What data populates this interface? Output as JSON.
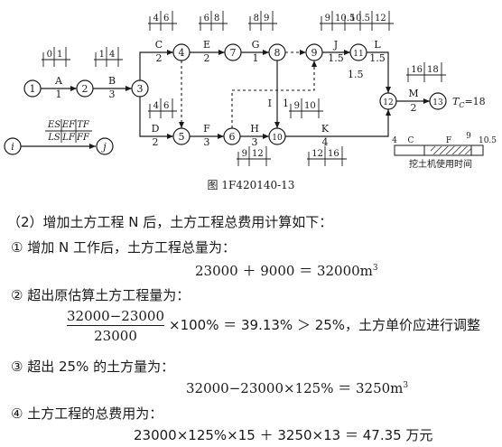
{
  "diagram": {
    "nodes": [
      {
        "id": "1"
      },
      {
        "id": "2"
      },
      {
        "id": "3"
      },
      {
        "id": "4"
      },
      {
        "id": "5"
      },
      {
        "id": "6"
      },
      {
        "id": "7"
      },
      {
        "id": "8"
      },
      {
        "id": "9"
      },
      {
        "id": "10"
      },
      {
        "id": "11"
      },
      {
        "id": "12"
      },
      {
        "id": "13"
      },
      {
        "id": "i"
      },
      {
        "id": "j"
      }
    ],
    "activities": [
      {
        "name": "A",
        "duration": "1"
      },
      {
        "name": "B",
        "duration": "3"
      },
      {
        "name": "C",
        "duration": "2"
      },
      {
        "name": "D",
        "duration": "2"
      },
      {
        "name": "E",
        "duration": "2"
      },
      {
        "name": "F",
        "duration": "3"
      },
      {
        "name": "G",
        "duration": "1"
      },
      {
        "name": "H",
        "duration": "3"
      },
      {
        "name": "I",
        "duration": "1"
      },
      {
        "name": "J",
        "duration": "1.5"
      },
      {
        "name": "K",
        "duration": "4"
      },
      {
        "name": "L",
        "duration": "1.5"
      },
      {
        "name": "M",
        "duration": "2"
      }
    ],
    "time_params": [
      {
        "a": "0",
        "b": "1"
      },
      {
        "a": "1",
        "b": "4"
      },
      {
        "a": "4",
        "b": "6"
      },
      {
        "a": "6",
        "b": "8"
      },
      {
        "a": "8",
        "b": "9"
      },
      {
        "a": "9",
        "b": "10.5"
      },
      {
        "a": "10.5",
        "b": "12"
      },
      {
        "a": "4",
        "b": "6"
      },
      {
        "a": "9",
        "b": "10"
      },
      {
        "a": "16",
        "b": "18"
      },
      {
        "a": "9",
        "b": "12"
      },
      {
        "a": "12",
        "b": "16"
      }
    ],
    "legend": {
      "es": "ES",
      "ef": "EF",
      "tf": "TF",
      "ls": "LS",
      "lf": "LF",
      "ff": "FF"
    },
    "i_label": "I",
    "float_value": "1",
    "extra_value": "1.5",
    "tc_label": "T",
    "tc_sub": "C",
    "tc_value": "=18",
    "bar": {
      "t_start": "4",
      "t_end": "10.5",
      "t_mid": "9",
      "label_c": "C",
      "label_f": "F",
      "title": "挖土机使用时间"
    }
  },
  "caption": "图 1F420140-13",
  "lines": [
    "（2）增加土方工程 N 后，土方工程总费用计算如下：",
    "① 增加 N 工作后，土方工程总量为：",
    "② 超出原估算土方工程量为：",
    "③ 超出 25% 的土方量为：",
    "④ 土方工程的总费用为："
  ],
  "eq1": {
    "text": "23000 ＋ 9000 ＝ 32000m",
    "sup": "3"
  },
  "frac": {
    "numerator": "32000−23000",
    "denominator": "23000"
  },
  "eq2_tail": "×100% ＝ 39.13% ＞ 25%，土方单价应进行调整",
  "eq3": {
    "text": "32000−23000×125% ＝ 3250m",
    "sup": "3"
  },
  "eq4": "23000×125%×15 ＋ 3250×13 ＝ 47.35 万元"
}
